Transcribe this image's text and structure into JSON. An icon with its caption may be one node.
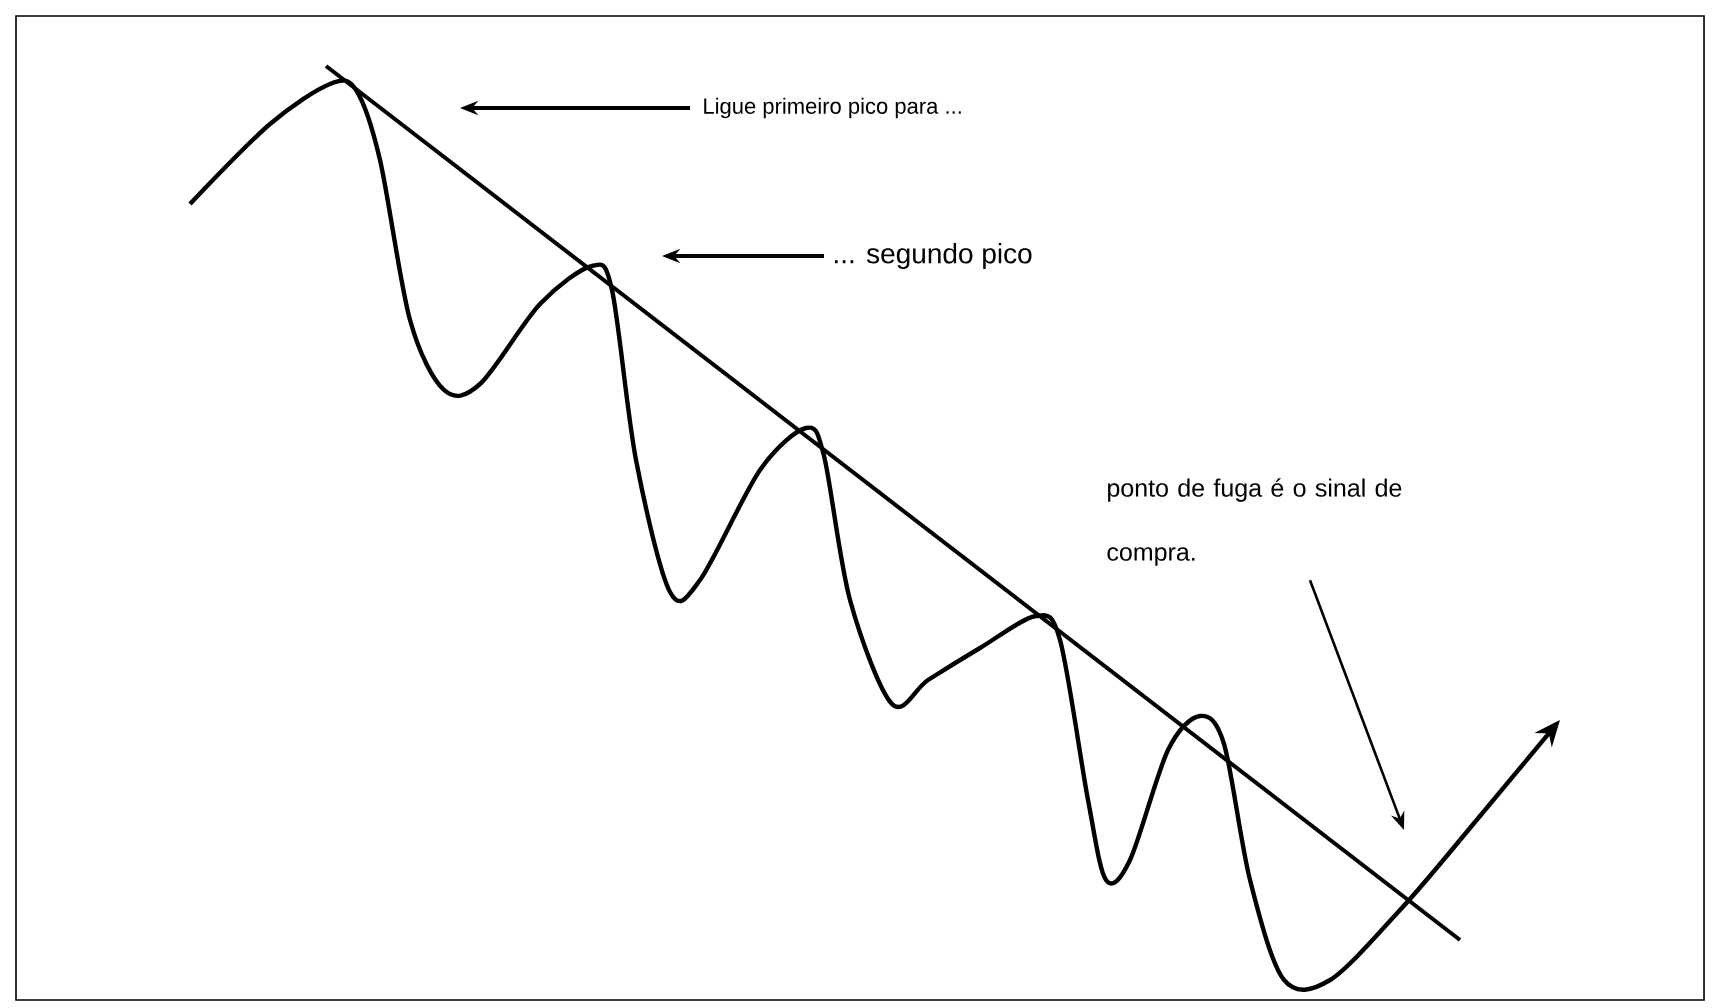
{
  "diagram": {
    "nodes": [
      {
        "text": [
          "Ligue primeiro pico para ..."
        ]
      },
      {
        "text": [
          "... segundo pico"
        ]
      },
      {
        "text": [
          "ponto de fuga é o sinal de compra."
        ]
      }
    ],
    "edges": [
      {
        "from": 0,
        "to": null,
        "arrow": "to"
      },
      {
        "from": 1,
        "to": null,
        "arrow": "to"
      },
      {
        "from": 2,
        "to": null,
        "arrow": "to"
      }
    ]
  }
}
